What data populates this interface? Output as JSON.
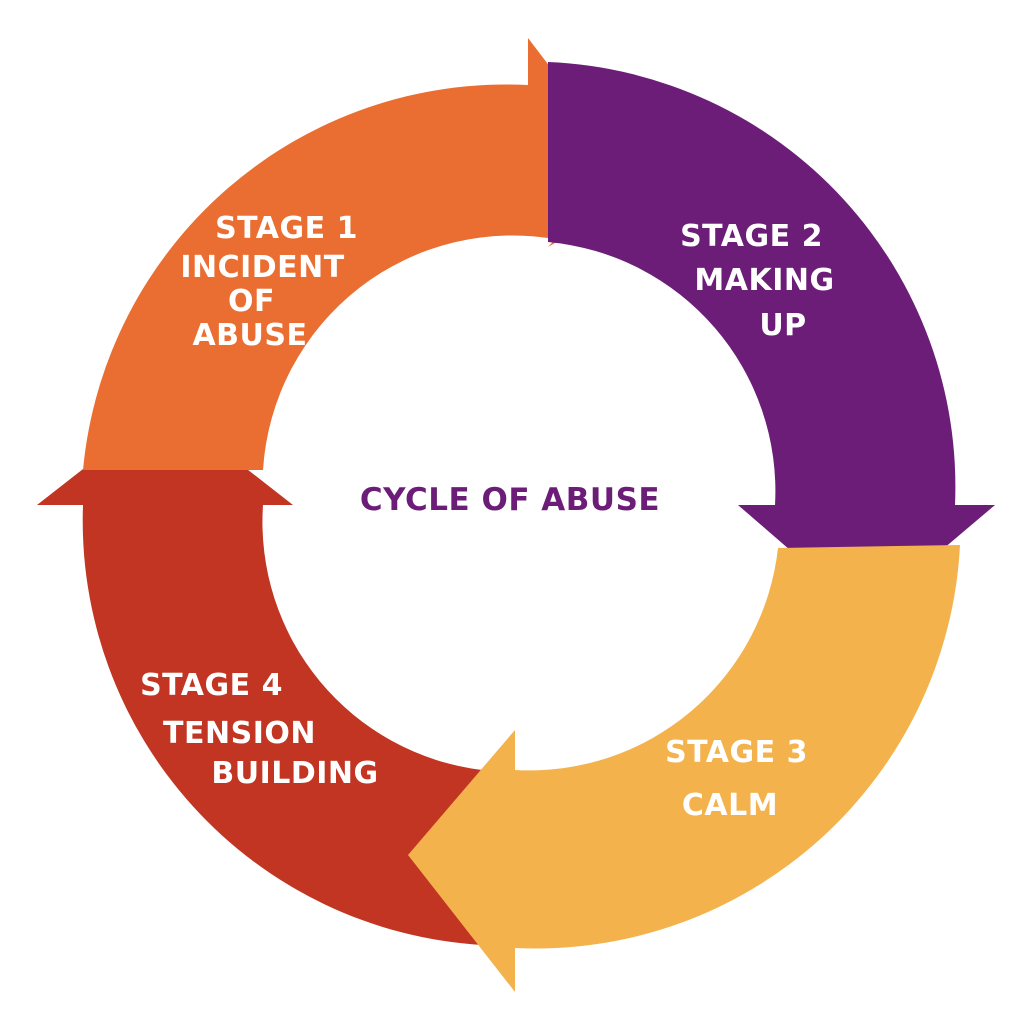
{
  "title": "CYCLE OF ABUSE",
  "colors": {
    "stage1": "#EA6E31",
    "stage2": "#6C1D78",
    "stage3": "#F4B24C",
    "stage4": "#C13522",
    "title": "#6C1D78"
  },
  "stages": [
    {
      "lines": [
        "STAGE 1",
        "INCIDENT",
        "OF",
        "ABUSE"
      ]
    },
    {
      "lines": [
        "STAGE 2",
        "MAKING",
        "UP"
      ]
    },
    {
      "lines": [
        "STAGE 3",
        "CALM"
      ]
    },
    {
      "lines": [
        "STAGE 4",
        "TENSION",
        "BUILDING"
      ]
    }
  ]
}
